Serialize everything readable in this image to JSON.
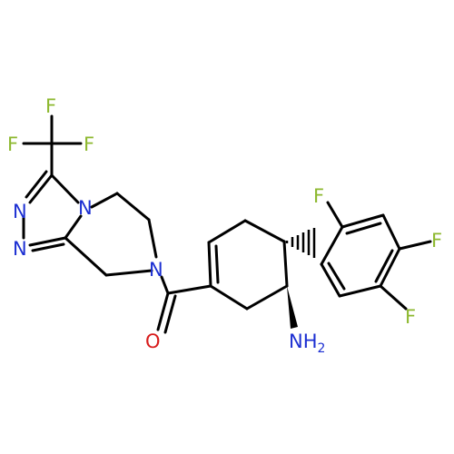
{
  "structure": {
    "atoms": {
      "f_cf3_left": "F",
      "f_cf3_top": "F",
      "f_cf3_right": "F",
      "n_triazole_upper": "N",
      "n_triazole_lower": "N",
      "n_fused": "N",
      "n_amide": "N",
      "o_carbonyl": "O",
      "f_aryl_ortho": "F",
      "f_aryl_para": "F",
      "f_aryl_meta": "F",
      "amine_main": "NH",
      "amine_sub": "2"
    },
    "colors": {
      "carbon_bonds": "#000000",
      "nitrogen": "#1c2fd2",
      "fluorine": "#8db82f",
      "oxygen": "#d81c1c"
    }
  }
}
